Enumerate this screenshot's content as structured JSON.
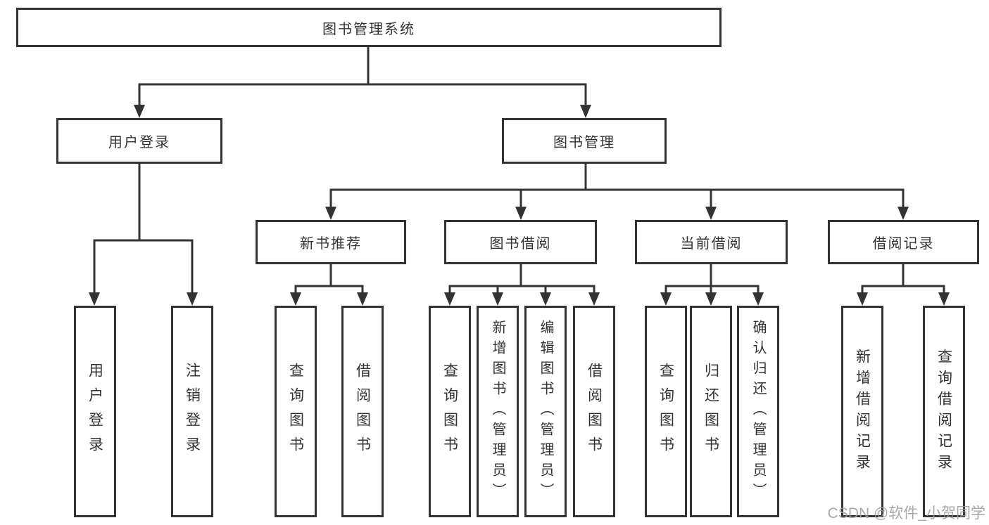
{
  "tree": {
    "root": {
      "label": "图书管理系统",
      "children": [
        {
          "label": "用户登录",
          "children": [
            {
              "label": "用户登录"
            },
            {
              "label": "注销登录"
            }
          ]
        },
        {
          "label": "图书管理",
          "children": [
            {
              "label": "新书推荐",
              "children": [
                {
                  "label": "查询图书"
                },
                {
                  "label": "借阅图书"
                }
              ]
            },
            {
              "label": "图书借阅",
              "children": [
                {
                  "label": "查询图书"
                },
                {
                  "label": "新增图书（管理员）"
                },
                {
                  "label": "编辑图书（管理员）"
                },
                {
                  "label": "借阅图书"
                }
              ]
            },
            {
              "label": "当前借阅",
              "children": [
                {
                  "label": "查询图书"
                },
                {
                  "label": "归还图书"
                },
                {
                  "label": "确认归还（管理员）"
                }
              ]
            },
            {
              "label": "借阅记录",
              "children": [
                {
                  "label": "新增借阅记录"
                },
                {
                  "label": "查询借阅记录"
                }
              ]
            }
          ]
        }
      ]
    }
  },
  "watermark": {
    "text": "CSDN @软件_小贺同学"
  },
  "colors": {
    "line": "#333333",
    "box_border": "#333333",
    "text": "#333333",
    "background": "#ffffff",
    "watermark_text": "#9e9e9e"
  }
}
